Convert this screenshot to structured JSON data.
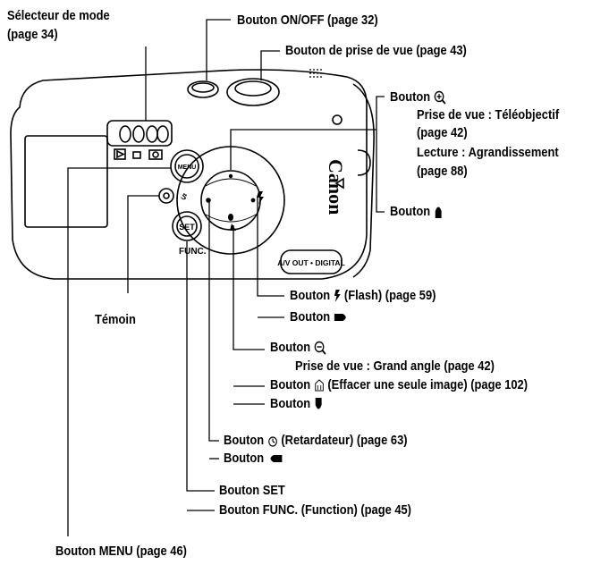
{
  "labels": {
    "mode_selector": "Sélecteur de mode",
    "mode_selector_page": "(page 34)",
    "onoff_button": "Bouton ON/OFF (page 32)",
    "shutter_button": "Bouton de prise de vue (page 43)",
    "zoom_in_button": "Bouton",
    "zoom_in_desc1": "Prise de vue : Téléobjectif",
    "zoom_in_desc1_page": "(page 42)",
    "zoom_in_desc2": "Lecture : Agrandissement",
    "zoom_in_desc2_page": "(page 88)",
    "up_button": "Bouton",
    "flash_button_prefix": "Bouton",
    "flash_button_suffix": "(Flash) (page 59)",
    "right_button": "Bouton",
    "indicator": "Témoin",
    "zoom_out_button": "Bouton",
    "zoom_out_desc": "Prise de vue : Grand angle (page 42)",
    "erase_button_prefix": "Bouton",
    "erase_button_suffix": "(Effacer une seule image) (page 102)",
    "down_button": "Bouton",
    "selftimer_button_prefix": "Bouton",
    "selftimer_button_suffix": "(Retardateur) (page 63)",
    "left_button": "Bouton",
    "set_button": "Bouton SET",
    "func_button": "Bouton FUNC. (Function) (page 45)",
    "menu_button": "Bouton MENU (page 46)"
  },
  "camera": {
    "brand": "Canon",
    "menu_label": "MENU",
    "set_label": "SET",
    "func_label": "FUNC.",
    "av_label": "A/V OUT • DIGITAL"
  },
  "icons": {
    "zoom_in": "magnifier-plus-icon",
    "zoom_out": "magnifier-minus-icon",
    "flash": "flash-icon",
    "erase": "trash-icon",
    "selftimer": "self-timer-icon",
    "arrow_up": "arrow-up-icon",
    "arrow_right": "arrow-right-icon",
    "arrow_down": "arrow-down-icon",
    "arrow_left": "arrow-left-icon"
  }
}
